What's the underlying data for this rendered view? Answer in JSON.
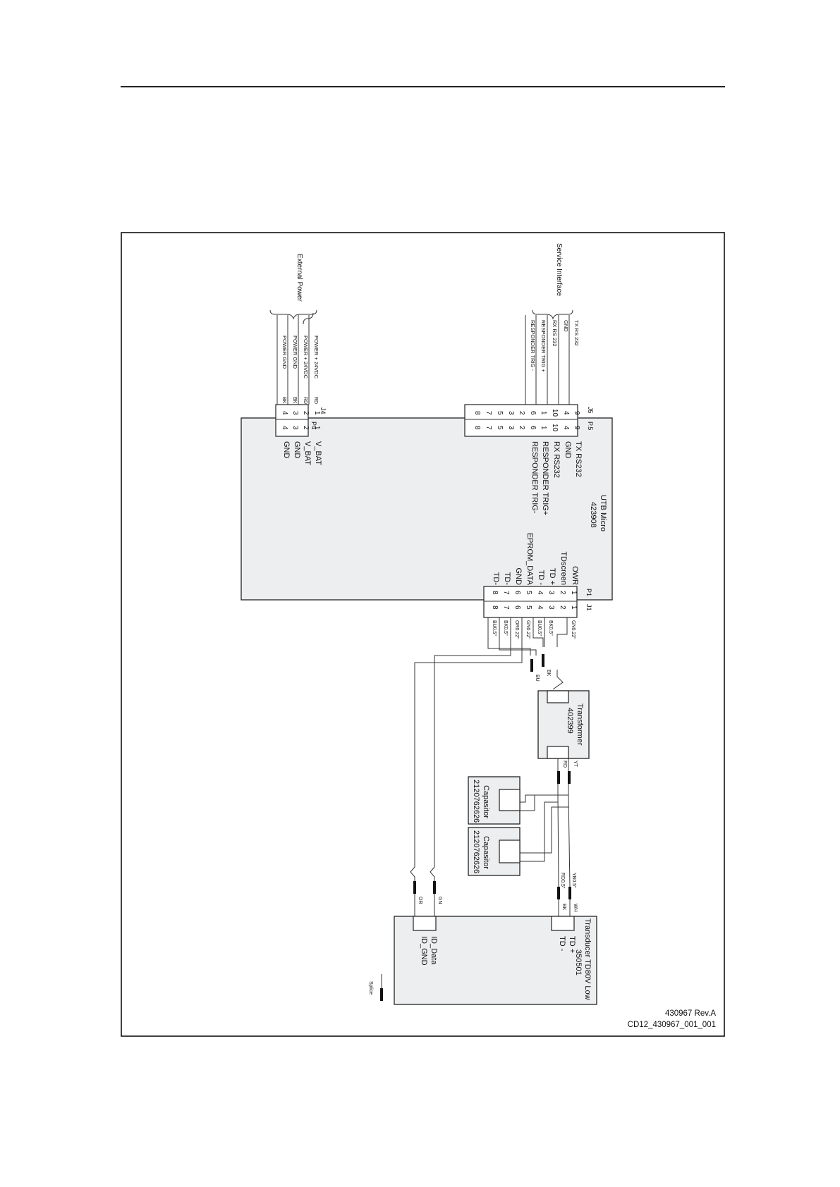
{
  "diagram": {
    "groups": {
      "external_power": "External Power",
      "service_interface": "Service Interface"
    },
    "utb": {
      "name": "UTB Micro",
      "part": "423908"
    },
    "connectors": {
      "j4": "J4",
      "p4": "P4",
      "j5": "J5",
      "p5": "P.5",
      "p1": "P1",
      "j1": "J1"
    },
    "power_wires": [
      {
        "label": "POWER + 24VDC",
        "color": "RD",
        "pin": "1",
        "signal": "V_BAT"
      },
      {
        "label": "POWER + 24VDC",
        "color": "RD",
        "pin": "2",
        "signal": "V_BAT"
      },
      {
        "label": "POWER GND",
        "color": "BK",
        "pin": "3",
        "signal": "GND"
      },
      {
        "label": "POWER GND",
        "color": "BK",
        "pin": "4",
        "signal": "GND"
      }
    ],
    "service_wires": [
      {
        "label": "TX RS 232",
        "pin": "9",
        "signal": "TX RS232"
      },
      {
        "label": "GND",
        "pin": "4",
        "signal": "GND"
      },
      {
        "label": "RX RS 232",
        "pin": "10",
        "signal": "RX RS232"
      },
      {
        "label": "RESPONDER TRIG +",
        "pin": "1",
        "signal": "RESPONDER TRIG+"
      },
      {
        "label": "RESPONDER TRIG -",
        "pin": "6",
        "signal": "RESPONDER TRIG-"
      }
    ],
    "j5_unused_pins": [
      "2",
      "3",
      "5",
      "7",
      "8"
    ],
    "p1_pins": [
      {
        "pin": "1",
        "signal": "OWR",
        "wire": "GN0.22\""
      },
      {
        "pin": "2",
        "signal": "TDscreen",
        "wire": ""
      },
      {
        "pin": "3",
        "signal": "TD +",
        "wire": "BK0.5\""
      },
      {
        "pin": "4",
        "signal": "TD -",
        "wire": "BU0.5\""
      },
      {
        "pin": "5",
        "signal": "EPROM_DATA",
        "wire": "GN0.22\""
      },
      {
        "pin": "6",
        "signal": "GND",
        "wire": "OR0.22\""
      },
      {
        "pin": "7",
        "signal": "TD-",
        "wire": "BK0.5\""
      },
      {
        "pin": "8",
        "signal": "TD-",
        "wire": "BU0.5\""
      }
    ],
    "transformer": {
      "name": "Transformer",
      "part": "402399"
    },
    "capacitors": [
      {
        "name": "Capasitor",
        "part": "2120762626"
      },
      {
        "name": "Capasitor",
        "part": "2120762626"
      }
    ],
    "wire_tags": {
      "bk": "BK",
      "bu": "BU",
      "rd": "RD",
      "yt": "YT",
      "ybu": "YB0.5\"",
      "rdu": "RD0.5\"",
      "bk2": "BK",
      "wh": "WH",
      "gn": "GN",
      "or": "OR"
    },
    "transducer": {
      "name": "Transducer TD80V Low",
      "part": "350501",
      "pins": [
        "TD +",
        "TD -",
        "ID_Data",
        "ID_GND"
      ]
    },
    "legend": {
      "splice": "Splice"
    },
    "doc_ref": {
      "number": "430967 Rev.A",
      "code": "CD12_430967_001_001"
    }
  }
}
